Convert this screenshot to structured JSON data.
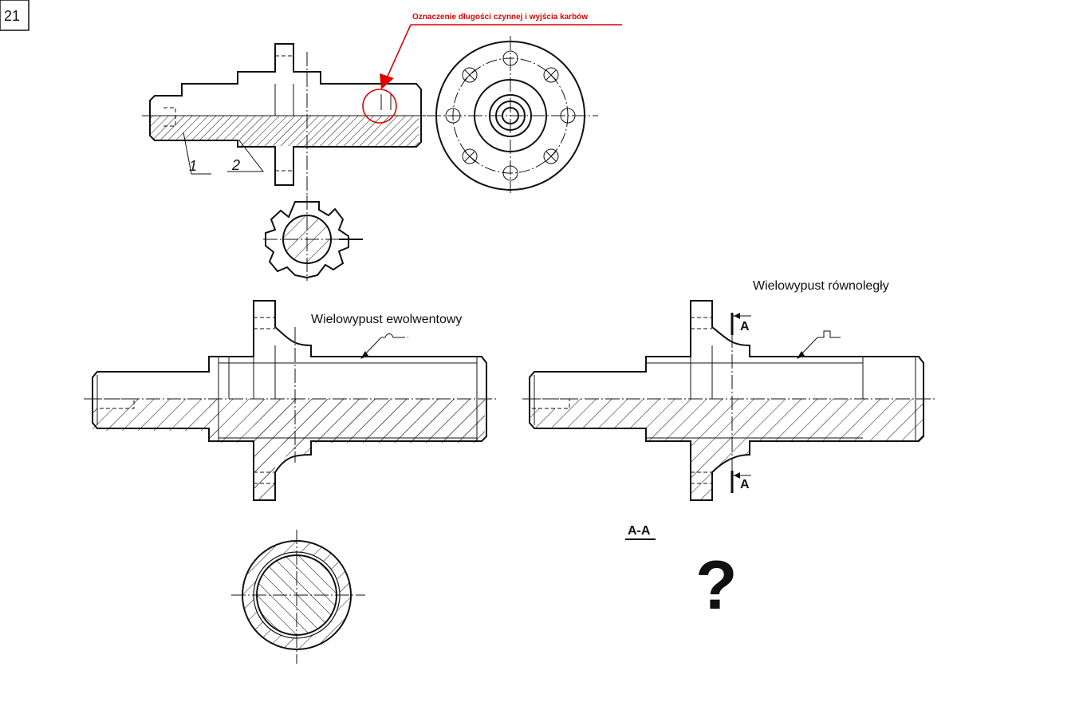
{
  "page_number": "21",
  "callout": {
    "text": "Oznaczenie  długości czynnej i wyjścia karbów",
    "color": "#e00000"
  },
  "top_drawing": {
    "item_labels": [
      "1",
      "2"
    ]
  },
  "involute_view": {
    "title": "Wielowypust ewolwentowy"
  },
  "parallel_view": {
    "title": "Wielowypust równoległy",
    "section_marker": "A"
  },
  "section_view": {
    "title": "A-A",
    "placeholder": "?"
  }
}
